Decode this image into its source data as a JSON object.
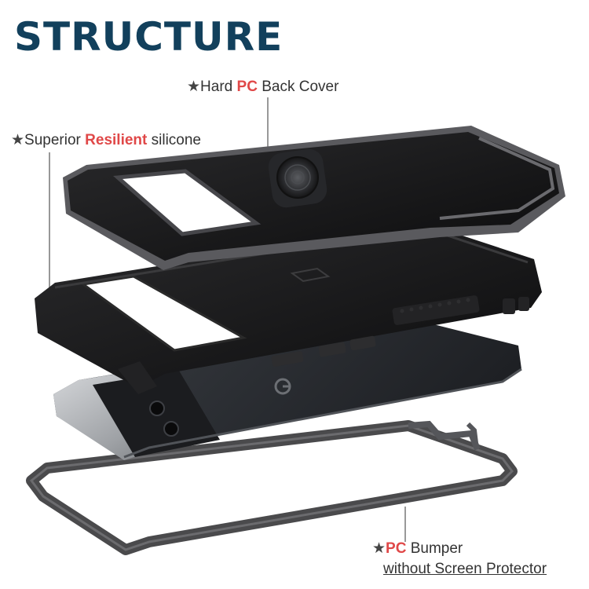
{
  "title": "STRUCTURE",
  "labels": {
    "back_cover": {
      "star": "★",
      "pre": "Hard ",
      "highlight": "PC",
      "post": " Back Cover"
    },
    "silicone": {
      "star": "★",
      "pre": "Superior ",
      "highlight": "Resilient",
      "post": " silicone"
    },
    "bumper": {
      "star": "★",
      "highlight": "PC",
      "post": " Bumper"
    },
    "bumper_line2": "without Screen Protector"
  },
  "colors": {
    "title": "#12405c",
    "highlight": "#e04848",
    "case_black": "#141414",
    "frame_gray": "#4a4a4c",
    "phone_gray": "#9ea1a5"
  },
  "icons": [
    "ring-holder-icon",
    "google-logo-icon",
    "camera-icon"
  ]
}
